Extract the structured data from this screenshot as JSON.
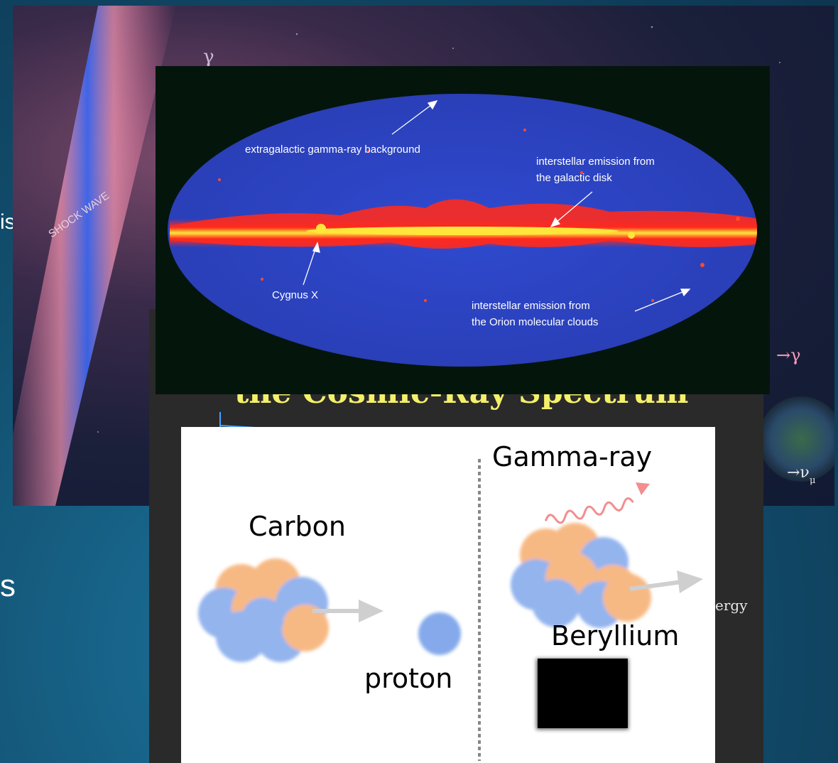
{
  "left_fragments": {
    "line1": "is",
    "line2": "s"
  },
  "background_photo": {
    "shock_wave_label": "SHOCK WAVE",
    "symbols": {
      "gamma_top": "γ",
      "gamma_right": "→γ",
      "nu_mu": "→ν",
      "nu_sub": "μ"
    }
  },
  "skymap": {
    "labels": {
      "egrb": "extragalactic gamma-ray background",
      "disk": "interstellar emission from\nthe galactic disk",
      "cygnus": "Cygnus X",
      "orion": "interstellar emission from\nthe Orion molecular clouds"
    },
    "colors": {
      "sky": "#2c46c8",
      "disk": "#ff2a1e",
      "core": "#ffe63a"
    }
  },
  "spectrum_panel": {
    "partial_title": "the Cosmic-Ray Spectrum",
    "partial_axis": "ergy"
  },
  "diagram": {
    "carbon": "Carbon",
    "proton": "proton",
    "gamma": "Gamma-ray",
    "beryllium": "Beryllium",
    "colors": {
      "orange": "#f5a25a",
      "blue": "#6f9be8",
      "arrow": "#cfcfcf",
      "photon": "#f07a7a"
    }
  }
}
